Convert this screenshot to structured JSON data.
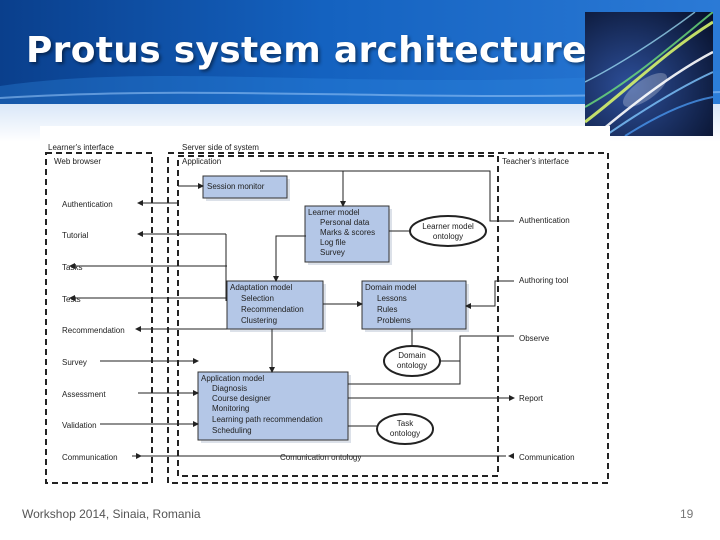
{
  "slide": {
    "title": "Protus system architecture",
    "footer": "Workshop 2014, Sinaia, Romania",
    "page_number": "19"
  },
  "colors": {
    "header_dark": "#0a3f8c",
    "header_light": "#2b7ad6",
    "box_fill": "#b4c7e7",
    "arrow": "#222222"
  },
  "diagram": {
    "regions": {
      "learner": "Learner's interface",
      "web_browser": "Web browser",
      "server": "Server side of system",
      "application": "Application",
      "teacher": "Teacher's interface"
    },
    "learner_items": [
      "Authentication",
      "Tutorial",
      "Tasks",
      "Tests",
      "Recommendation",
      "Survey",
      "Assessment",
      "Validation",
      "Communication"
    ],
    "teacher_items": {
      "authentication": "Authentication",
      "authoring_tool": "Authoring tool",
      "observe": "Observe",
      "report": "Report",
      "communication": "Communication"
    },
    "session_monitor": "Session monitor",
    "learner_model": {
      "title": "Learner model",
      "items": [
        "Personal data",
        "Marks & scores",
        "Log file",
        "Survey"
      ]
    },
    "learner_model_ontology": [
      "Learner model",
      "ontology"
    ],
    "adaptation_model": {
      "title": "Adaptation model",
      "items": [
        "Selection",
        "Recommendation",
        "Clustering"
      ]
    },
    "domain_model": {
      "title": "Domain model",
      "items": [
        "Lessons",
        "Rules",
        "Problems"
      ]
    },
    "domain_ontology": [
      "Domain",
      "ontology"
    ],
    "application_model": {
      "title": "Application model",
      "items": [
        "Diagnosis",
        "Course designer",
        "Monitoring",
        "Learning path recommendation",
        "Scheduling"
      ]
    },
    "task_ontology": [
      "Task",
      "ontology"
    ],
    "communication_ontology": "Comunication ontology"
  }
}
